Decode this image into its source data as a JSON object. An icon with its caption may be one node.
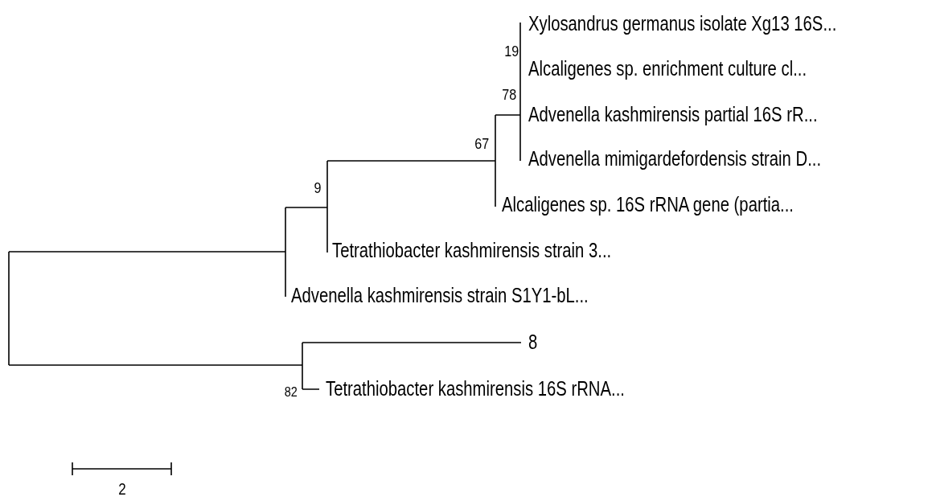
{
  "diagram": {
    "labels": [
      "Xylosandrus germanus isolate Xg13 16S...",
      "19",
      "Alcaligenes sp. enrichment culture cl...",
      "78",
      "Advenella kashmirensis partial 16S rR...",
      "67",
      "Advenella mimigardefordensis strain D...",
      "9",
      "Alcaligenes sp. 16S rRNA gene (partia...",
      "Tetrathiobacter kashmirensis strain 3...",
      "Advenella kashmirensis strain S1Y1-bL...",
      "8",
      "82",
      "Tetrathiobacter kashmirensis 16S rRNA...",
      "2"
    ]
  }
}
